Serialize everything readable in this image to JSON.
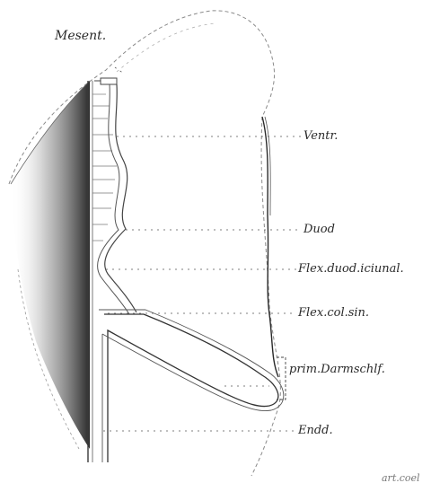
{
  "figure": {
    "labels": {
      "mesent": "Mesent.",
      "ventr": "Ventr.",
      "duod": "Duod",
      "flex_duod_iciunal": "Flex.duod.iciunal.",
      "flex_col_sin": "Flex.col.sin.",
      "prim_darmschlf": "prim.Darmschlf.",
      "endd": "Endd.",
      "art_coel": "art.coel"
    }
  }
}
